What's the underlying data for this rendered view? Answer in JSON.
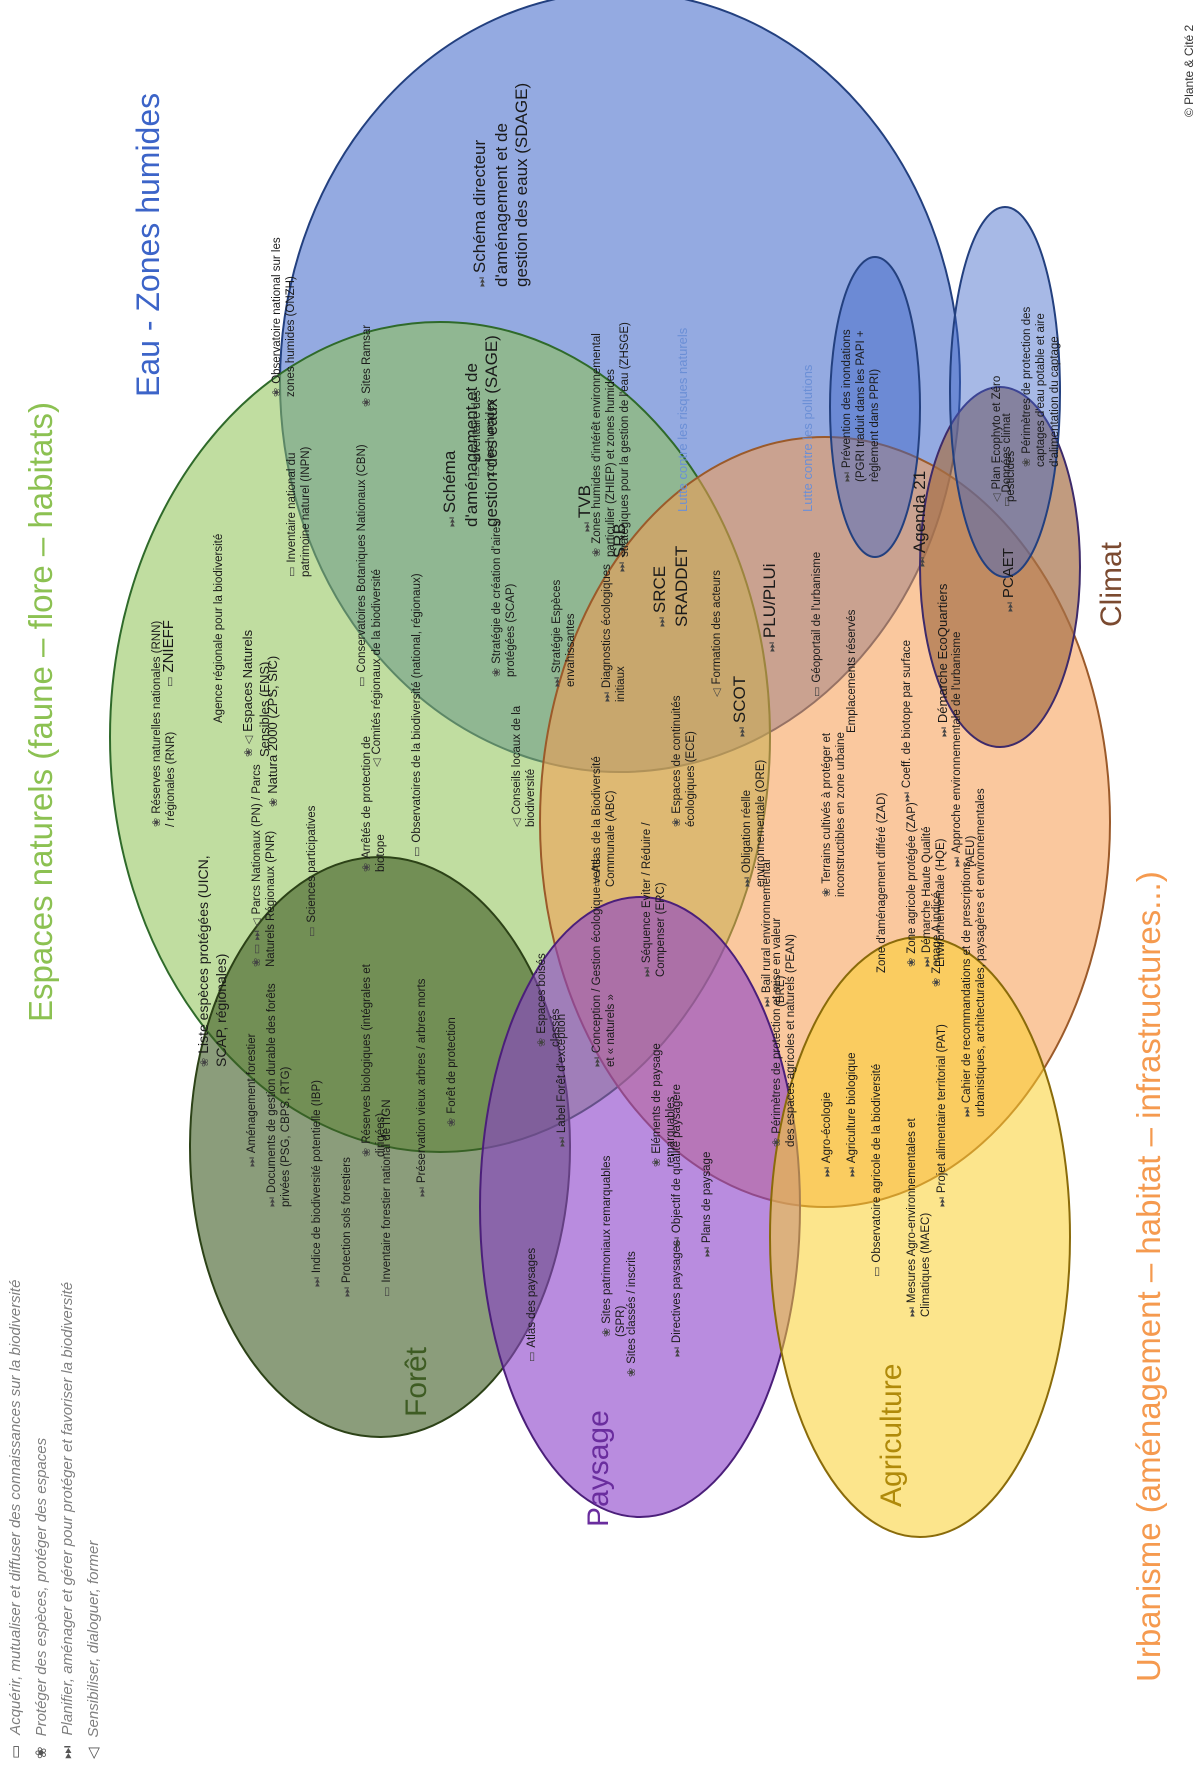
{
  "legend": [
    {
      "icon": "book-icon",
      "glyph": "▭",
      "text": "Acquérir, mutualiser et diffuser des connaissances sur la biodiversité"
    },
    {
      "icon": "leaf-icon",
      "glyph": "❀",
      "text": "Protéger des espèces, protéger des espaces"
    },
    {
      "icon": "fast-forward-icon",
      "glyph": "⏭",
      "text": "Planifier, aménager et gérer pour protéger et favoriser la biodiversité"
    },
    {
      "icon": "megaphone-icon",
      "glyph": "◁",
      "text": "Sensibiliser, dialoguer, former"
    }
  ],
  "domains": {
    "espaces": {
      "title": "Espaces naturels (faune – flore – habitats)",
      "color": "#8cc152"
    },
    "eau": {
      "title": "Eau - Zones humides",
      "color": "#3c64c8"
    },
    "urbanisme": {
      "title": "Urbanisme (aménagement – habitat – infrastructures...)",
      "color": "#f59a4f"
    },
    "climat": {
      "title": "Climat",
      "color": "#7b4a30"
    },
    "foret": {
      "title": "Forêt",
      "color": "#3e5c23"
    },
    "paysage": {
      "title": "Paysage",
      "color": "#6a2d9e"
    },
    "agriculture": {
      "title": "Agriculture",
      "color": "#b08a0a"
    }
  },
  "subgroups": {
    "risques": "Lutte contre les risques naturels",
    "pollutions": "Lutte contre les pollutions"
  },
  "copyright": "© Plante & Cité 2",
  "items": [
    {
      "id": "onzh",
      "icon": "leaf-icon",
      "glyph": "❀",
      "text": "Observatoire national sur les zones humides (ONZH)"
    },
    {
      "id": "ramsar",
      "icon": "leaf-icon",
      "glyph": "❀",
      "text": "Sites Ramsar"
    },
    {
      "id": "sage",
      "icon": "fast-forward-icon",
      "glyph": "⏭",
      "text": "Schéma d'aménagement et de gestion des eaux (SAGE)"
    },
    {
      "id": "sdage",
      "icon": "fast-forward-icon",
      "glyph": "⏭",
      "text": "Schéma directeur d'aménagement et de gestion des eaux (SDAGE)"
    },
    {
      "id": "zhiep",
      "icon": "leaf-icon",
      "glyph": "❀",
      "text": "Zones humides d'intérêt environnemental particulier (ZHIEP) et zones humides stratégiques pour la gestion de l'eau (ZHSGE)"
    },
    {
      "id": "pgri",
      "icon": "fast-forward-icon",
      "glyph": "⏭",
      "text": "Prévention des inondations (PGRI traduit dans les PAPI + règlement dans PPRI)"
    },
    {
      "id": "ecophyto",
      "icon": "megaphone-icon",
      "glyph": "◁",
      "text": "Plan Ecophyto et Zéro pesticides"
    },
    {
      "id": "captages",
      "icon": "leaf-icon",
      "glyph": "❀",
      "text": "Périmètres de protection des captages d'eau potable et aire d'alimentation du captage"
    },
    {
      "id": "znieff",
      "icon": "book-icon",
      "glyph": "▭",
      "text": "ZNIEFF"
    },
    {
      "id": "ens",
      "icon": "leaf-icon",
      "glyph": "❀ ◁",
      "text": "Espaces Naturels Sensibles (ENS)"
    },
    {
      "id": "rnn",
      "icon": "leaf-icon",
      "glyph": "❀",
      "text": "Réserves naturelles nationales (RNN) / régionales (RNR)"
    },
    {
      "id": "arb",
      "icon": "fast-forward-icon",
      "glyph": "",
      "text": "Agence régionale pour la biodiversité"
    },
    {
      "id": "inpn",
      "icon": "book-icon",
      "glyph": "▭",
      "text": "Inventaire national du patrimoine naturel (INPN)"
    },
    {
      "id": "listes",
      "icon": "leaf-icon",
      "glyph": "❀",
      "text": "Liste espèces protégées (UICN, SCAP, régionales)"
    },
    {
      "id": "natura",
      "icon": "leaf-icon",
      "glyph": "❀",
      "text": "Natura 2000 (ZPS, SIC)"
    },
    {
      "id": "cbn",
      "icon": "book-icon",
      "glyph": "▭",
      "text": "Conservatoires Botaniques Nationaux (CBN)"
    },
    {
      "id": "pnr",
      "icon": "leaf-icon",
      "glyph": "❀ ▭ ⏭ ◁",
      "text": "Parcs Nationaux (PN) / Parcs Naturels Régionaux (PNR)"
    },
    {
      "id": "obsbio",
      "icon": "book-icon",
      "glyph": "▭",
      "text": "Observatoires de la biodiversité (national, régionaux)"
    },
    {
      "id": "scap",
      "icon": "leaf-icon",
      "glyph": "❀",
      "text": "Stratégie de création d'aires protégées (SCAP)"
    },
    {
      "id": "sciences",
      "icon": "book-icon",
      "glyph": "▭",
      "text": "Sciences participatives"
    },
    {
      "id": "apb",
      "icon": "leaf-icon",
      "glyph": "❀",
      "text": "Arrêtés de protection de biotope"
    },
    {
      "id": "crb",
      "icon": "megaphone-icon",
      "glyph": "◁",
      "text": "Comités régionaux de la biodiversité"
    },
    {
      "id": "invzh",
      "icon": "book-icon",
      "glyph": "▭",
      "text": "Inventaire des zones humides"
    },
    {
      "id": "envahissantes",
      "icon": "fast-forward-icon",
      "glyph": "⏭",
      "text": "Stratégie Espèces envahissantes"
    },
    {
      "id": "conseils",
      "icon": "megaphone-icon",
      "glyph": "◁",
      "text": "Conseils locaux de la biodiversité"
    },
    {
      "id": "diagnostics",
      "icon": "fast-forward-icon",
      "glyph": "⏭",
      "text": "Diagnostics écologiques initiaux"
    },
    {
      "id": "abc",
      "icon": "book-icon",
      "glyph": "▭",
      "text": "Atlas de la Biodiversité Communale (ABC)"
    },
    {
      "id": "ece",
      "icon": "leaf-icon",
      "glyph": "❀",
      "text": "Espaces de continuités écologiques (ECE)"
    },
    {
      "id": "formation",
      "icon": "megaphone-icon",
      "glyph": "◁",
      "text": "Formation des acteurs"
    },
    {
      "id": "ore",
      "icon": "fast-forward-icon",
      "glyph": "⏭",
      "text": "Obligation réelle environnementale (ORE)"
    },
    {
      "id": "erc",
      "icon": "fast-forward-icon",
      "glyph": "⏭",
      "text": "Séquence Eviter / Réduire / Compenser (ERC)"
    },
    {
      "id": "conception",
      "icon": "fast-forward-icon",
      "glyph": "⏭",
      "text": "Conception / Gestion écologique verts et « naturels »"
    },
    {
      "id": "ebc",
      "icon": "leaf-icon",
      "glyph": "❀",
      "text": "Espaces boisés classés"
    },
    {
      "id": "bre",
      "icon": "fast-forward-icon",
      "glyph": "⏭",
      "text": "Bail rural environnemental (BRE)"
    },
    {
      "id": "tvb",
      "icon": "fast-forward-icon",
      "glyph": "⏭",
      "text": "TVB"
    },
    {
      "id": "srb",
      "icon": "fast-forward-icon",
      "glyph": "⏭",
      "text": "SRB"
    },
    {
      "id": "srce",
      "icon": "fast-forward-icon",
      "glyph": "⏭",
      "text": "SRCE SRADDET"
    },
    {
      "id": "scot",
      "icon": "fast-forward-icon",
      "glyph": "⏭",
      "text": "SCOT"
    },
    {
      "id": "plu",
      "icon": "fast-forward-icon",
      "glyph": "⏭",
      "text": "PLU/PLUi"
    },
    {
      "id": "agenda",
      "icon": "fast-forward-icon",
      "glyph": "⏭",
      "text": "Agenda 21"
    },
    {
      "id": "geoportail",
      "icon": "book-icon",
      "glyph": "▭",
      "text": "Géoportail de l'urbanisme"
    },
    {
      "id": "emplacements",
      "icon": "fast-forward-icon",
      "glyph": "",
      "text": "Emplacements réservés"
    },
    {
      "id": "cbs",
      "icon": "fast-forward-icon",
      "glyph": "⏭",
      "text": "Coeff. de biotope par surface"
    },
    {
      "id": "ecoq",
      "icon": "fast-forward-icon",
      "glyph": "⏭",
      "text": "Démarche EcoQuartiers"
    },
    {
      "id": "aeu",
      "icon": "fast-forward-icon",
      "glyph": "⏭",
      "text": "Approche environnementale de l'urbanisme (AEU)"
    },
    {
      "id": "hqe",
      "icon": "fast-forward-icon",
      "glyph": "⏭",
      "text": "Démarche Haute Qualité Environnementale (HQE)"
    },
    {
      "id": "cahier",
      "icon": "fast-forward-icon",
      "glyph": "⏭",
      "text": "Cahier de recommandations et de prescriptions urbanistiques, architecturales, paysagères et environnementales"
    },
    {
      "id": "terrains",
      "icon": "leaf-icon",
      "glyph": "❀",
      "text": "Terrains cultivés à protéger et inconstructibles en zone urbaine"
    },
    {
      "id": "zad",
      "icon": "fast-forward-icon",
      "glyph": "",
      "text": "Zone d'aménagement différé (ZAD)"
    },
    {
      "id": "zap",
      "icon": "leaf-icon",
      "glyph": "❀",
      "text": "Zone agricole protégée (ZAP)"
    },
    {
      "id": "zonage",
      "icon": "leaf-icon",
      "glyph": "❀",
      "text": "Zonage A indicé"
    },
    {
      "id": "pean",
      "icon": "leaf-icon",
      "glyph": "❀",
      "text": "Périmètres de protection et mise en valeur des espaces agricoles et naturels (PEAN)"
    },
    {
      "id": "pcaet",
      "icon": "fast-forward-icon",
      "glyph": "⏭",
      "text": "PCAET"
    },
    {
      "id": "donnees",
      "icon": "book-icon",
      "glyph": "▭",
      "text": "Données climat"
    },
    {
      "id": "amenagement",
      "icon": "fast-forward-icon",
      "glyph": "⏭",
      "text": "Aménagement forestier"
    },
    {
      "id": "psg",
      "icon": "fast-forward-icon",
      "glyph": "⏭",
      "text": "Documents de gestion durable des forêts privées (PSG, CBPS, RTG)"
    },
    {
      "id": "ibp",
      "icon": "fast-forward-icon",
      "glyph": "⏭",
      "text": "Indice de biodiversité potentielle (IBP)"
    },
    {
      "id": "sols",
      "icon": "fast-forward-icon",
      "glyph": "⏭",
      "text": "Protection sols forestiers"
    },
    {
      "id": "ign",
      "icon": "book-icon",
      "glyph": "▭",
      "text": "Inventaire forestier national de l'IGN"
    },
    {
      "id": "vieux",
      "icon": "fast-forward-icon",
      "glyph": "⏭",
      "text": "Préservation vieux arbres / arbres morts"
    },
    {
      "id": "foretprot",
      "icon": "leaf-icon",
      "glyph": "❀",
      "text": "Forêt de protection"
    },
    {
      "id": "reserves",
      "icon": "leaf-icon",
      "glyph": "❀",
      "text": "Réserves biologiques (intégrales et dirigées)"
    },
    {
      "id": "labelforet",
      "icon": "fast-forward-icon",
      "glyph": "⏭",
      "text": "Label Forêt d'exception"
    },
    {
      "id": "atlaspay",
      "icon": "book-icon",
      "glyph": "▭",
      "text": "Atlas des paysages"
    },
    {
      "id": "spr",
      "icon": "leaf-icon",
      "glyph": "❀",
      "text": "Sites patrimoniaux remarquables (SPR)"
    },
    {
      "id": "sitesclasses",
      "icon": "leaf-icon",
      "glyph": "❀",
      "text": "Sites classés / inscrits"
    },
    {
      "id": "directives",
      "icon": "fast-forward-icon",
      "glyph": "⏭",
      "text": "Directives paysages"
    },
    {
      "id": "plans",
      "icon": "fast-forward-icon",
      "glyph": "⏭",
      "text": "Plans de paysage"
    },
    {
      "id": "objectif",
      "icon": "fast-forward-icon",
      "glyph": "⏭",
      "text": "Objectif de qualité paysagère"
    },
    {
      "id": "elements",
      "icon": "leaf-icon",
      "glyph": "❀",
      "text": "Eléments de paysage remarquables"
    },
    {
      "id": "agroeco",
      "icon": "fast-forward-icon",
      "glyph": "⏭",
      "text": "Agro-écologie"
    },
    {
      "id": "agribio",
      "icon": "fast-forward-icon",
      "glyph": "⏭",
      "text": "Agriculture biologique"
    },
    {
      "id": "obsagri",
      "icon": "book-icon",
      "glyph": "▭",
      "text": "Observatoire agricole de la biodiversité"
    },
    {
      "id": "maec",
      "icon": "fast-forward-icon",
      "glyph": "⏭",
      "text": "Mesures Agro-environnementales et Climatiques (MAEC)"
    },
    {
      "id": "pat",
      "icon": "fast-forward-icon",
      "glyph": "⏭",
      "text": "Projet alimentaire territorial (PAT)"
    }
  ]
}
